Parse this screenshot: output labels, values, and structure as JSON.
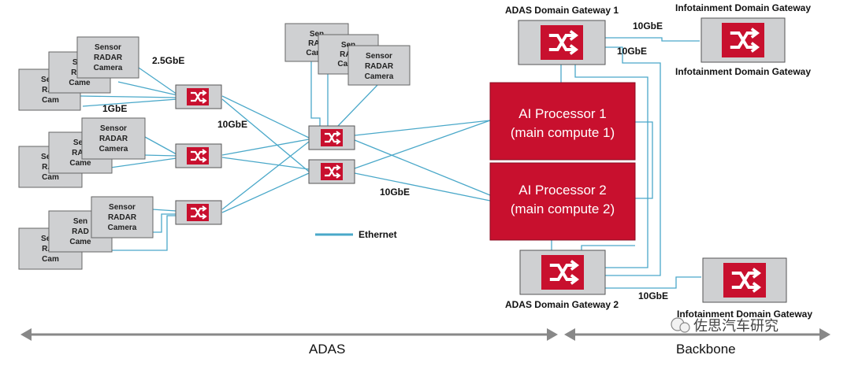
{
  "sensor_lines": [
    "Sensor",
    "RADAR",
    "Camera"
  ],
  "sensor_partial": {
    "left_cut": [
      "Sens",
      "RAD",
      "Cam"
    ],
    "mid_cut": [
      "Sen",
      "RAD",
      "Came"
    ]
  },
  "links": {
    "g1_speed": "2.5GbE",
    "g1_speed_low": "1GbE",
    "mid_speed": "10GbE",
    "proc_speed": "10GbE",
    "gw1_speed": "10GbE",
    "gw1_speed_low": "10GbE",
    "gw2_speed": "10GbE"
  },
  "processors": [
    {
      "line1": "AI Processor 1",
      "line2": "(main compute 1)"
    },
    {
      "line1": "AI Processor 2",
      "line2": "(main compute 2)"
    }
  ],
  "gateways": {
    "adas1": "ADAS Domain Gateway 1",
    "adas2": "ADAS Domain Gateway 2",
    "info1_top": "Infotainment Domain Gateway",
    "info1_bottom": "Infotainment Domain Gateway",
    "info2": "Infotainment Domain Gateway"
  },
  "legend": {
    "ethernet": "Ethernet"
  },
  "bands": {
    "adas": "ADAS",
    "backbone": "Backbone"
  },
  "watermark": "佐思汽车研究",
  "colors": {
    "link": "#4aa8c9",
    "switch_red": "#c8102e",
    "box_gray": "#cfd0d2",
    "processor": "#c8102e"
  }
}
